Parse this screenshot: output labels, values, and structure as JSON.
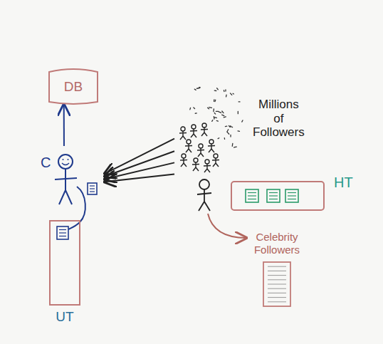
{
  "diagram": {
    "nodes": [
      {
        "text": [
          "DB"
        ]
      },
      {
        "text": [
          "Millions of Followers"
        ]
      },
      {
        "text": [
          "C"
        ]
      },
      {
        "text": [
          "HT"
        ]
      },
      {
        "text": [
          "UT"
        ]
      },
      {
        "text": [
          "Celebrity Followers"
        ]
      }
    ],
    "edges": [
      {
        "from": 2,
        "to": 0,
        "arrow": "to"
      },
      {
        "from": 1,
        "to": 2,
        "arrow": "to"
      },
      {
        "from": 1,
        "to": 2,
        "arrow": "to"
      },
      {
        "from": 1,
        "to": 2,
        "arrow": "to"
      },
      {
        "from": 1,
        "to": 2,
        "arrow": "to"
      }
    ]
  }
}
